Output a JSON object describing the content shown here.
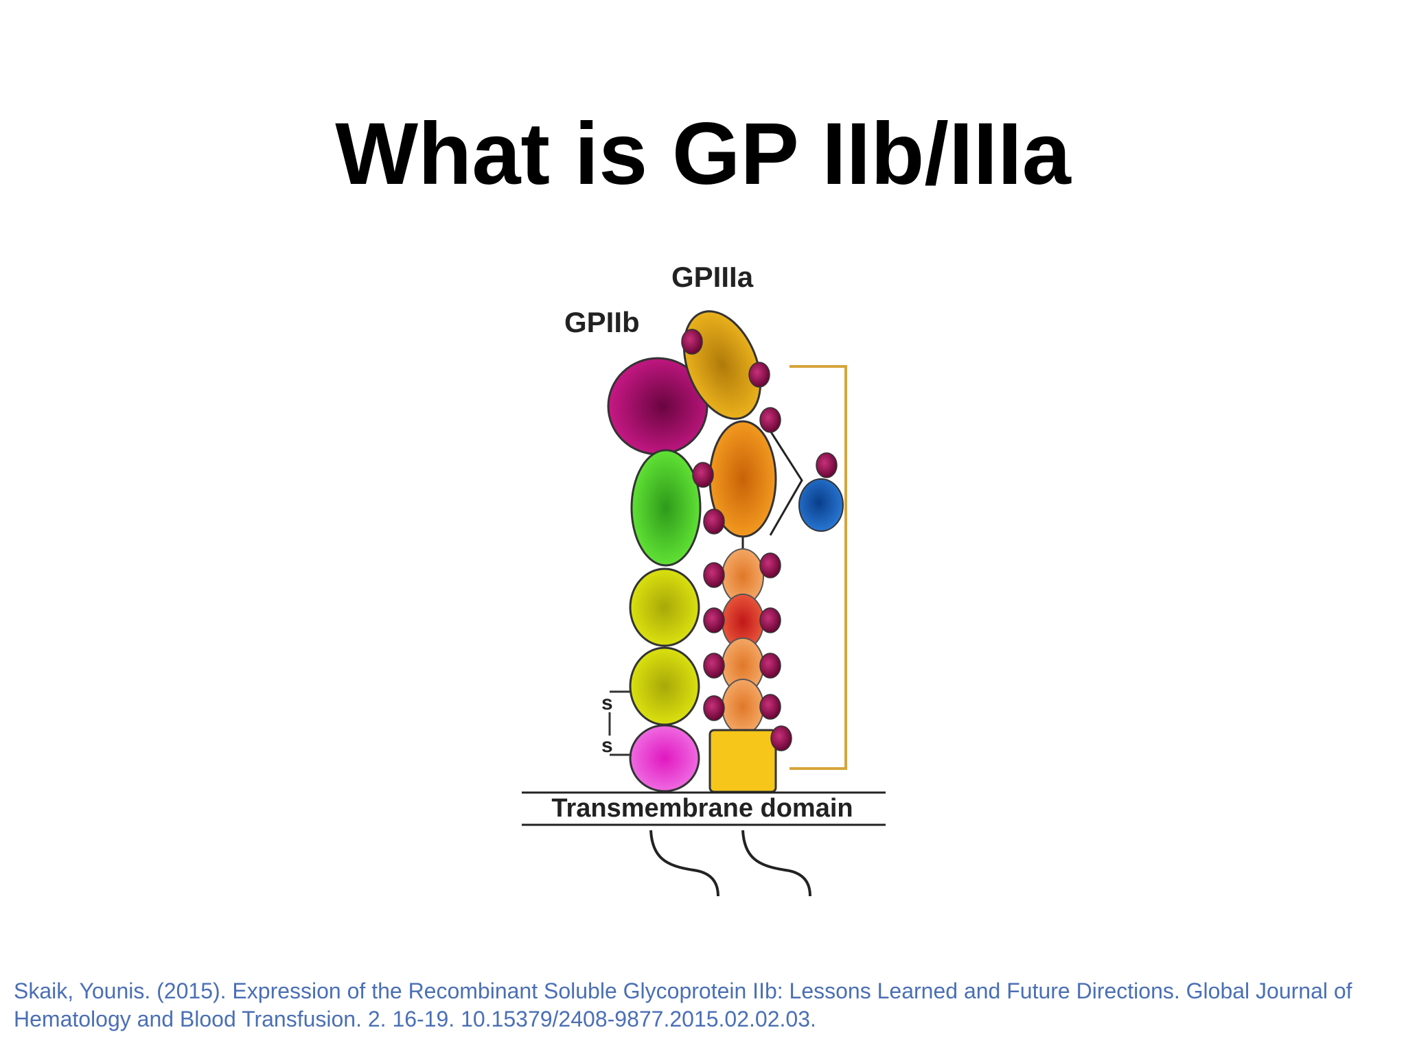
{
  "slide": {
    "title": "What is GP IIb/IIIa"
  },
  "diagram": {
    "labels": {
      "gpiiia": "GPIIIa",
      "gpiib": "GPIIb",
      "disulfide_top": "s",
      "disulfide_bottom": "s",
      "membrane": "Transmembrane domain"
    },
    "colors": {
      "gpiib_head": "#b5127a",
      "gpiib_green": "#4cd62a",
      "gpiib_yellow": "#c8d20a",
      "gpiib_pink": "#e040d0",
      "gpiiia_gold": "#e6a410",
      "gpiiia_orange": "#ee8a10",
      "gpiiia_blue": "#1a5fb8",
      "egf_peach": "#ef9540",
      "egf_red": "#e04430",
      "gpiiia_square": "#f6c61a",
      "glyco_dot": "#8a0a4a",
      "bracket": "#d6a43a"
    }
  },
  "citation": {
    "text": "Skaik, Younis. (2015). Expression of the Recombinant Soluble Glycoprotein IIb: Lessons Learned and Future Directions. Global Journal of Hematology and Blood Transfusion. 2. 16-19. 10.15379/2408-9877.2015.02.02.03."
  }
}
